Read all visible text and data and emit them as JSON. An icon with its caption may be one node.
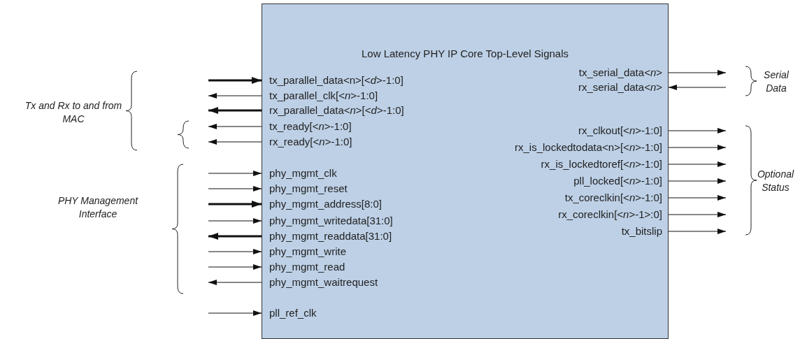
{
  "diagram": {
    "nodes": [
      {
        "text": [
          "Low Latency PHY IP Core Top-Level Signals"
        ]
      },
      {
        "text": [
          "tx_parallel_data<n>[<*d*>-1:0]"
        ],
        "in": 0
      },
      {
        "text": [
          "tx_parallel_clk[<*n*>-1:0]"
        ],
        "in": 0
      },
      {
        "text": [
          "rx_parallel_data<*n*>[<*d*>-1:0]"
        ],
        "in": 0
      },
      {
        "text": [
          "tx_ready[<*n*>-1:0]"
        ],
        "in": 0
      },
      {
        "text": [
          "rx_ready[<*n*>-1:0]"
        ],
        "in": 0
      },
      {
        "text": [
          "tx_serial_data<*n*>"
        ],
        "in": 0
      },
      {
        "text": [
          "rx_serial_data<*n*>"
        ],
        "in": 0
      },
      {
        "text": [
          "rx_clkout[<*n*>-1:0]"
        ],
        "in": 0
      },
      {
        "text": [
          "rx_is_lockedtodata<n>[<*n*>-1:0]"
        ],
        "in": 0
      },
      {
        "text": [
          "rx_is_lockedtoref[<*n*>-1:0]"
        ],
        "in": 0
      },
      {
        "text": [
          "pll_locked[<*n*>-1:0]"
        ],
        "in": 0
      },
      {
        "text": [
          "tx_coreclkin[<*n*>-1:0]"
        ],
        "in": 0
      },
      {
        "text": [
          "rx_coreclkin[<*n*>-1>:0]"
        ],
        "in": 0
      },
      {
        "text": [
          "tx_bitslip"
        ],
        "in": 0
      },
      {
        "text": [
          "phy_mgmt_clk"
        ],
        "in": 0
      },
      {
        "text": [
          "phy_mgmt_reset"
        ],
        "in": 0
      },
      {
        "text": [
          "phy_mgmt_address[8:0]"
        ],
        "in": 0
      },
      {
        "text": [
          "phy_mgmt_writedata[31:0]"
        ],
        "in": 0
      },
      {
        "text": [
          "phy_mgmt_readdata[31:0]"
        ],
        "in": 0
      },
      {
        "text": [
          "phy_mgmt_write"
        ],
        "in": 0
      },
      {
        "text": [
          "phy_mgmt_read"
        ],
        "in": 0
      },
      {
        "text": [
          "phy_mgmt_waitrequest"
        ],
        "in": 0
      },
      {
        "text": [
          "pll_ref_clk"
        ],
        "in": 0
      }
    ],
    "edges": [
      {
        "from": null,
        "to": 1,
        "arrow": "to",
        "style": "thick"
      },
      {
        "from": 2,
        "to": null,
        "arrow": "to"
      },
      {
        "from": 3,
        "to": null,
        "arrow": "to",
        "style": "thick"
      },
      {
        "from": 4,
        "to": null,
        "arrow": "to"
      },
      {
        "from": 5,
        "to": null,
        "arrow": "to"
      },
      {
        "from": 6,
        "to": null,
        "arrow": "to"
      },
      {
        "from": null,
        "to": 7,
        "arrow": "to"
      },
      {
        "from": 8,
        "to": null,
        "arrow": "to"
      },
      {
        "from": 9,
        "to": null,
        "arrow": "to"
      },
      {
        "from": 10,
        "to": null,
        "arrow": "to"
      },
      {
        "from": 11,
        "to": null,
        "arrow": "to"
      },
      {
        "from": 12,
        "to": null,
        "arrow": "to"
      },
      {
        "from": 13,
        "to": null,
        "arrow": "to"
      },
      {
        "from": 14,
        "to": null,
        "arrow": "to"
      },
      {
        "from": null,
        "to": 15,
        "arrow": "to"
      },
      {
        "from": null,
        "to": 16,
        "arrow": "to"
      },
      {
        "from": null,
        "to": 17,
        "arrow": "to",
        "style": "thick"
      },
      {
        "from": null,
        "to": 18,
        "arrow": "to"
      },
      {
        "from": 19,
        "to": null,
        "arrow": "to",
        "style": "thick"
      },
      {
        "from": null,
        "to": 20,
        "arrow": "to"
      },
      {
        "from": null,
        "to": 21,
        "arrow": "to"
      },
      {
        "from": 22,
        "to": null,
        "arrow": "to"
      },
      {
        "from": null,
        "to": 23,
        "arrow": "to"
      }
    ],
    "labels": [
      "Tx and Rx to and from MAC",
      "Serial Data",
      "Optional Status",
      "PHY Management Interface"
    ]
  }
}
